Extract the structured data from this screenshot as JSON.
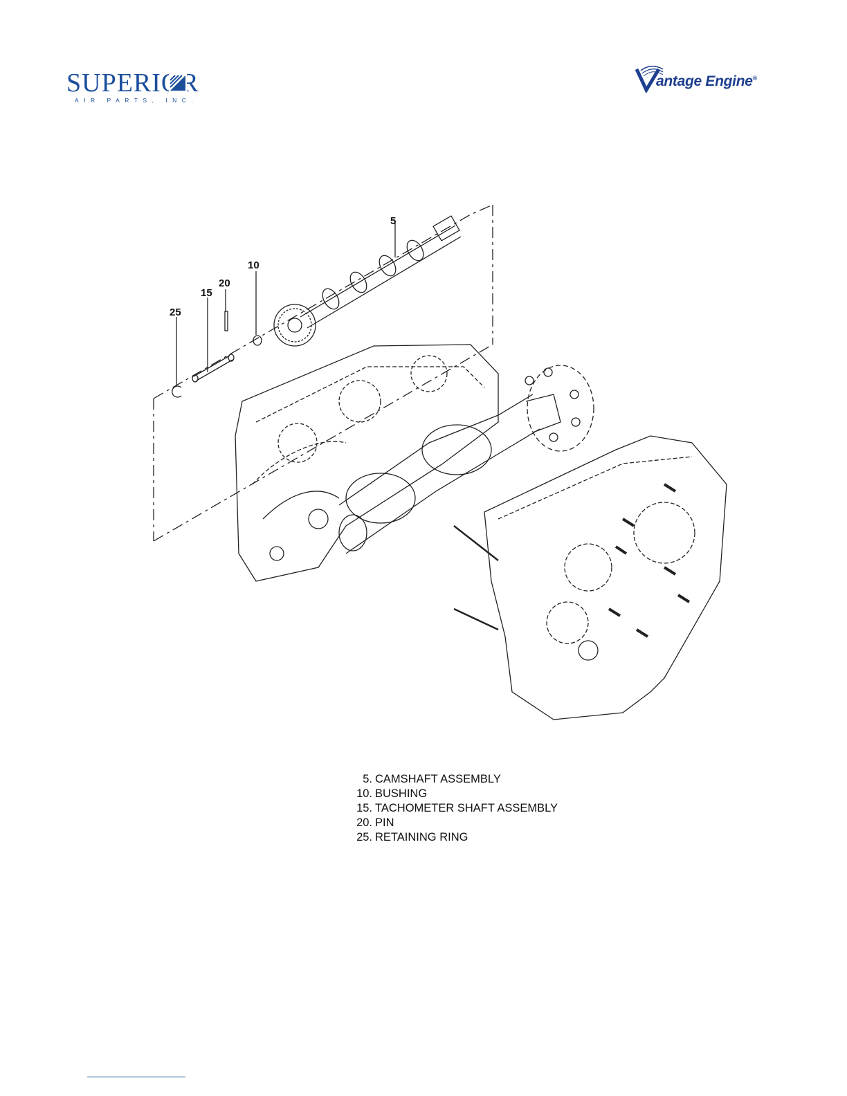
{
  "header": {
    "left_logo_word": "SUPERIOR",
    "left_logo_subtitle": "AIR PARTS, INC.",
    "right_logo_word": "antage Engine",
    "right_logo_mark": "®"
  },
  "diagram": {
    "callouts": [
      {
        "id": "5",
        "label": "5"
      },
      {
        "id": "10",
        "label": "10"
      },
      {
        "id": "15",
        "label": "15"
      },
      {
        "id": "20",
        "label": "20"
      },
      {
        "id": "25",
        "label": "25"
      }
    ]
  },
  "legend": {
    "items": [
      {
        "num": "5.",
        "text": "CAMSHAFT ASSEMBLY"
      },
      {
        "num": "10.",
        "text": "BUSHING"
      },
      {
        "num": "15.",
        "text": "TACHOMETER SHAFT ASSEMBLY"
      },
      {
        "num": "20.",
        "text": "PIN"
      },
      {
        "num": "25.",
        "text": "RETAINING RING"
      }
    ]
  },
  "colors": {
    "brand_blue": "#1b4f9c",
    "vantage_blue": "#1e3f8f",
    "line_art": "#222222"
  }
}
